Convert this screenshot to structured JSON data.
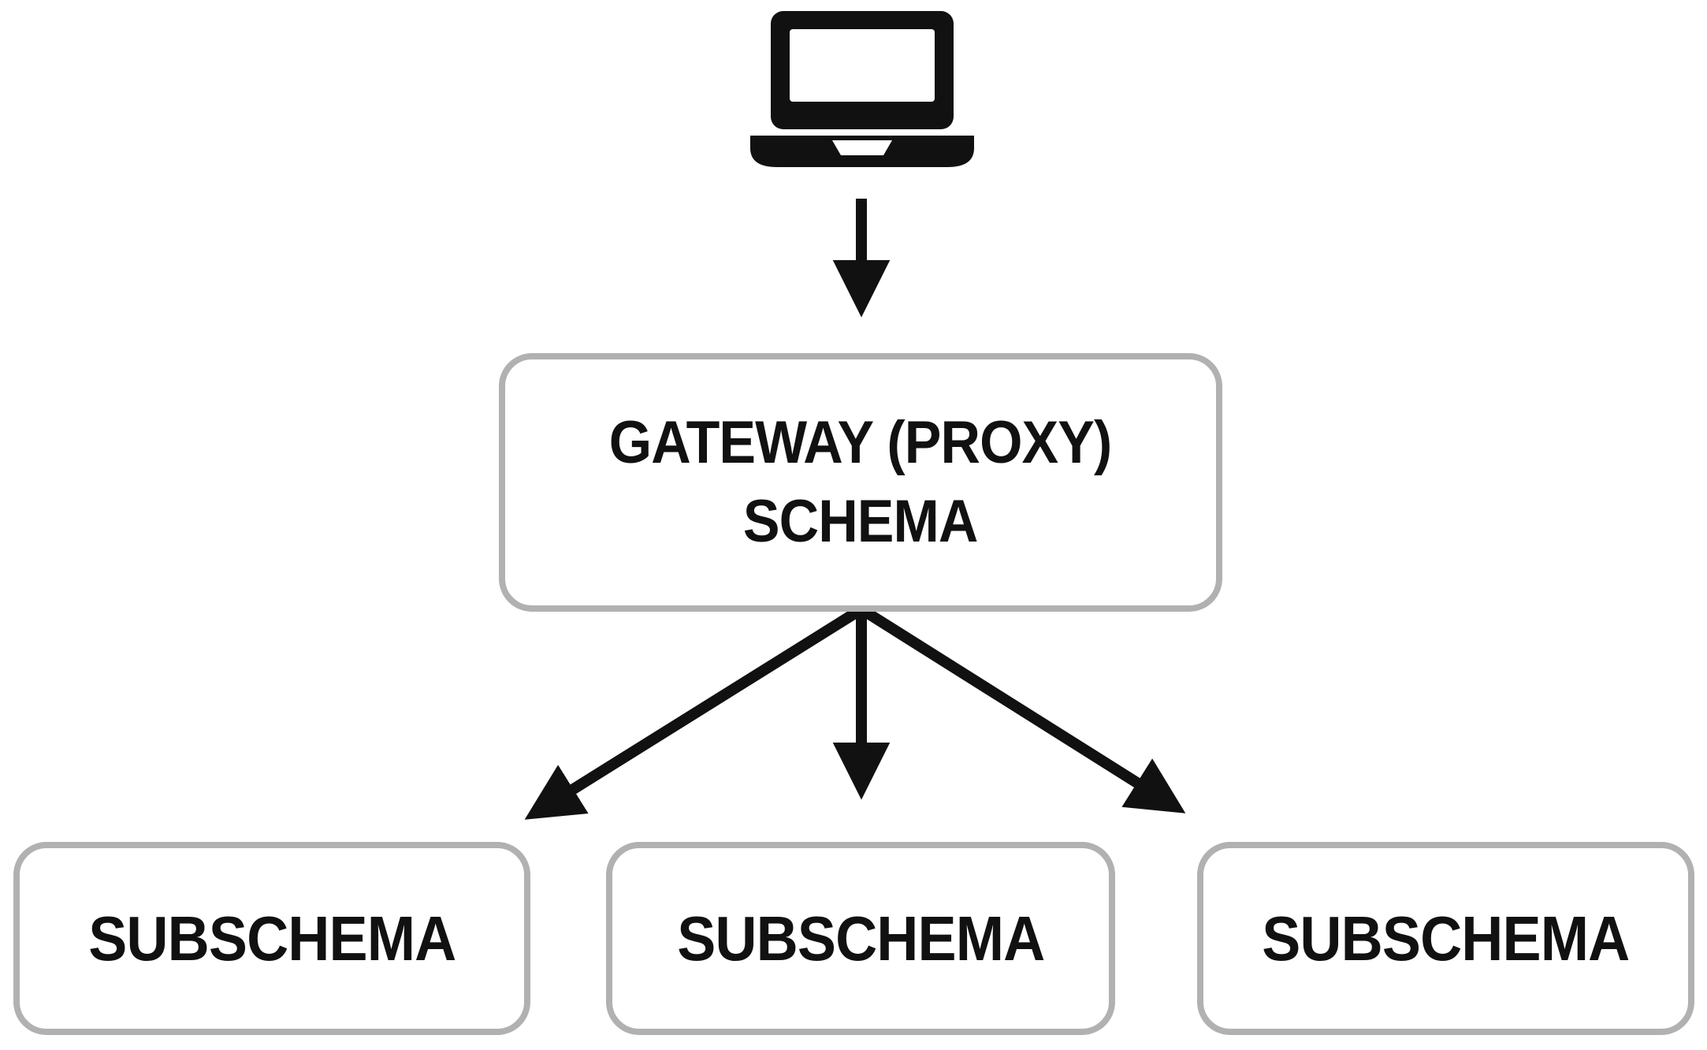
{
  "diagram": {
    "title": "Gateway proxy schema architecture",
    "client": {
      "icon": "laptop-icon"
    },
    "gateway": {
      "label_line1": "GATEWAY (PROXY)",
      "label_line2": "SCHEMA"
    },
    "subschemas": [
      {
        "label": "SUBSCHEMA"
      },
      {
        "label": "SUBSCHEMA"
      },
      {
        "label": "SUBSCHEMA"
      }
    ],
    "edges": [
      {
        "from": "client",
        "to": "gateway"
      },
      {
        "from": "gateway",
        "to": "subschema-1"
      },
      {
        "from": "gateway",
        "to": "subschema-2"
      },
      {
        "from": "gateway",
        "to": "subschema-3"
      }
    ],
    "colors": {
      "ink": "#111111",
      "box_border": "#b1b1b1",
      "box_fill": "#ffffff",
      "background": "#ffffff"
    }
  }
}
